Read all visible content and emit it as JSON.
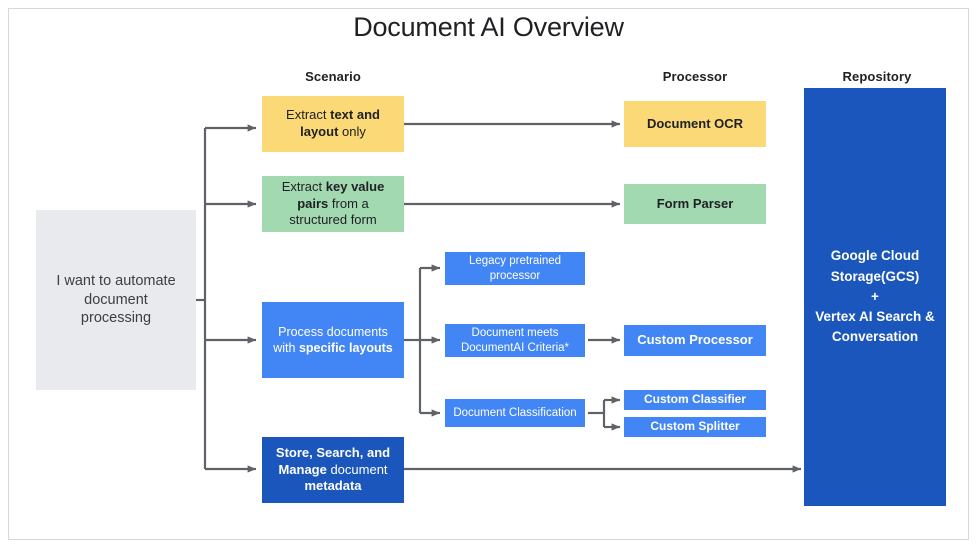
{
  "title": "Document AI Overview",
  "columns": [
    {
      "key": "scenario",
      "label": "Scenario"
    },
    {
      "key": "processor",
      "label": "Processor"
    },
    {
      "key": "repository",
      "label": "Repository"
    }
  ],
  "colors": {
    "yellow": "#fbd976",
    "green": "#a3d9b1",
    "blue": "#4285f4",
    "dark_blue": "#1a56bb",
    "gray": "#e8eaed",
    "connector": "#5f6368",
    "frame_border": "#d6d8dc",
    "text_dark": "#202124",
    "text_light": "#ffffff"
  },
  "nodes": {
    "intent": {
      "text": "I want to automate document processing",
      "lines": [
        "I want to automate",
        "document",
        "processing"
      ]
    },
    "scenario_ocr": {
      "text": "Extract text and layout only",
      "line1_plain": "Extract ",
      "line1_bold": "text and",
      "line2_bold": "layout",
      "line2_plain": " only"
    },
    "scenario_form": {
      "text": "Extract key value pairs from a structured form",
      "line1_plain": "Extract ",
      "line1_bold": "key value",
      "line2_bold": "pairs",
      "line2_plain": " from a",
      "line3_plain": "structured form"
    },
    "scenario_layouts": {
      "text": "Process documents with specific layouts",
      "line1_plain": "Process documents",
      "line2_plain": "with ",
      "line2_bold": "specific layouts"
    },
    "scenario_store": {
      "text": "Store, Search, and Manage document metadata",
      "line1_bold": "Store, Search, and",
      "line2_bold": "Manage",
      "line2_plain": " document",
      "line3_bold": "metadata"
    },
    "legacy_processor": {
      "text": "Legacy pretrained processor",
      "lines": [
        "Legacy pretrained",
        "processor"
      ]
    },
    "criteria": {
      "text": "Document meets DocumentAI Criteria*",
      "lines": [
        "Document meets",
        "DocumentAI Criteria*"
      ]
    },
    "classification": {
      "text": "Document Classification"
    },
    "document_ocr": {
      "text": "Document OCR"
    },
    "form_parser": {
      "text": "Form Parser"
    },
    "custom_processor": {
      "text": "Custom Processor"
    },
    "custom_classifier": {
      "text": "Custom Classifier"
    },
    "custom_splitter": {
      "text": "Custom Splitter"
    },
    "repository": {
      "text": "Google Cloud Storage(GCS) + Vertex AI Search & Conversation",
      "line1": "Google Cloud",
      "line2": "Storage(GCS)",
      "line3": "+",
      "line4": "Vertex AI Search &",
      "line5": "Conversation"
    }
  }
}
